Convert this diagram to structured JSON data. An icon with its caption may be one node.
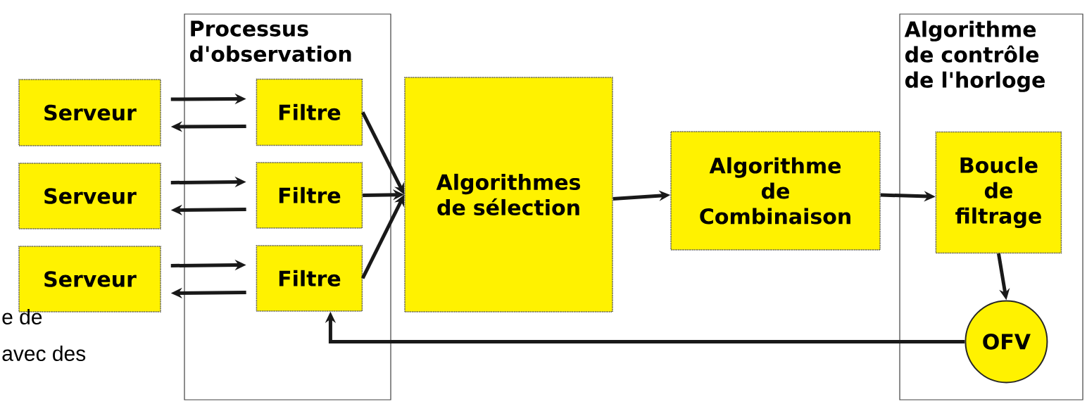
{
  "diagram": {
    "nodes": [
      {
        "text": [
          "Serveur"
        ]
      },
      {
        "text": [
          "Serveur"
        ]
      },
      {
        "text": [
          "Serveur"
        ]
      },
      {
        "text": [
          "Processus d'observation"
        ]
      },
      {
        "text": [
          "Filtre"
        ],
        "in": 3
      },
      {
        "text": [
          "Filtre"
        ],
        "in": 3
      },
      {
        "text": [
          "Filtre"
        ],
        "in": 3
      },
      {
        "text": [
          "Algorithmes de sélection"
        ]
      },
      {
        "text": [
          "Algorithme de Combinaison"
        ]
      },
      {
        "text": [
          "Algorithme de contrôle de l'horloge"
        ]
      },
      {
        "text": [
          "Boucle de filtrage"
        ],
        "in": 9
      },
      {
        "text": [
          "OFV"
        ],
        "in": 9
      }
    ],
    "edges": [
      {
        "from": 0,
        "to": 4,
        "arrow": "to"
      },
      {
        "from": 4,
        "to": 0,
        "arrow": "to"
      },
      {
        "from": 1,
        "to": 5,
        "arrow": "to"
      },
      {
        "from": 5,
        "to": 1,
        "arrow": "to"
      },
      {
        "from": 2,
        "to": 6,
        "arrow": "to"
      },
      {
        "from": 6,
        "to": 2,
        "arrow": "to"
      },
      {
        "from": 4,
        "to": 7,
        "arrow": "to"
      },
      {
        "from": 5,
        "to": 7,
        "arrow": "to"
      },
      {
        "from": 6,
        "to": 7,
        "arrow": "to"
      },
      {
        "from": 7,
        "to": 8,
        "arrow": "to"
      },
      {
        "from": 8,
        "to": 10,
        "arrow": "to"
      },
      {
        "from": 10,
        "to": 11,
        "arrow": "to"
      },
      {
        "from": 11,
        "to": 6,
        "arrow": "to"
      }
    ],
    "labels": [
      "e de",
      "avec des"
    ]
  }
}
